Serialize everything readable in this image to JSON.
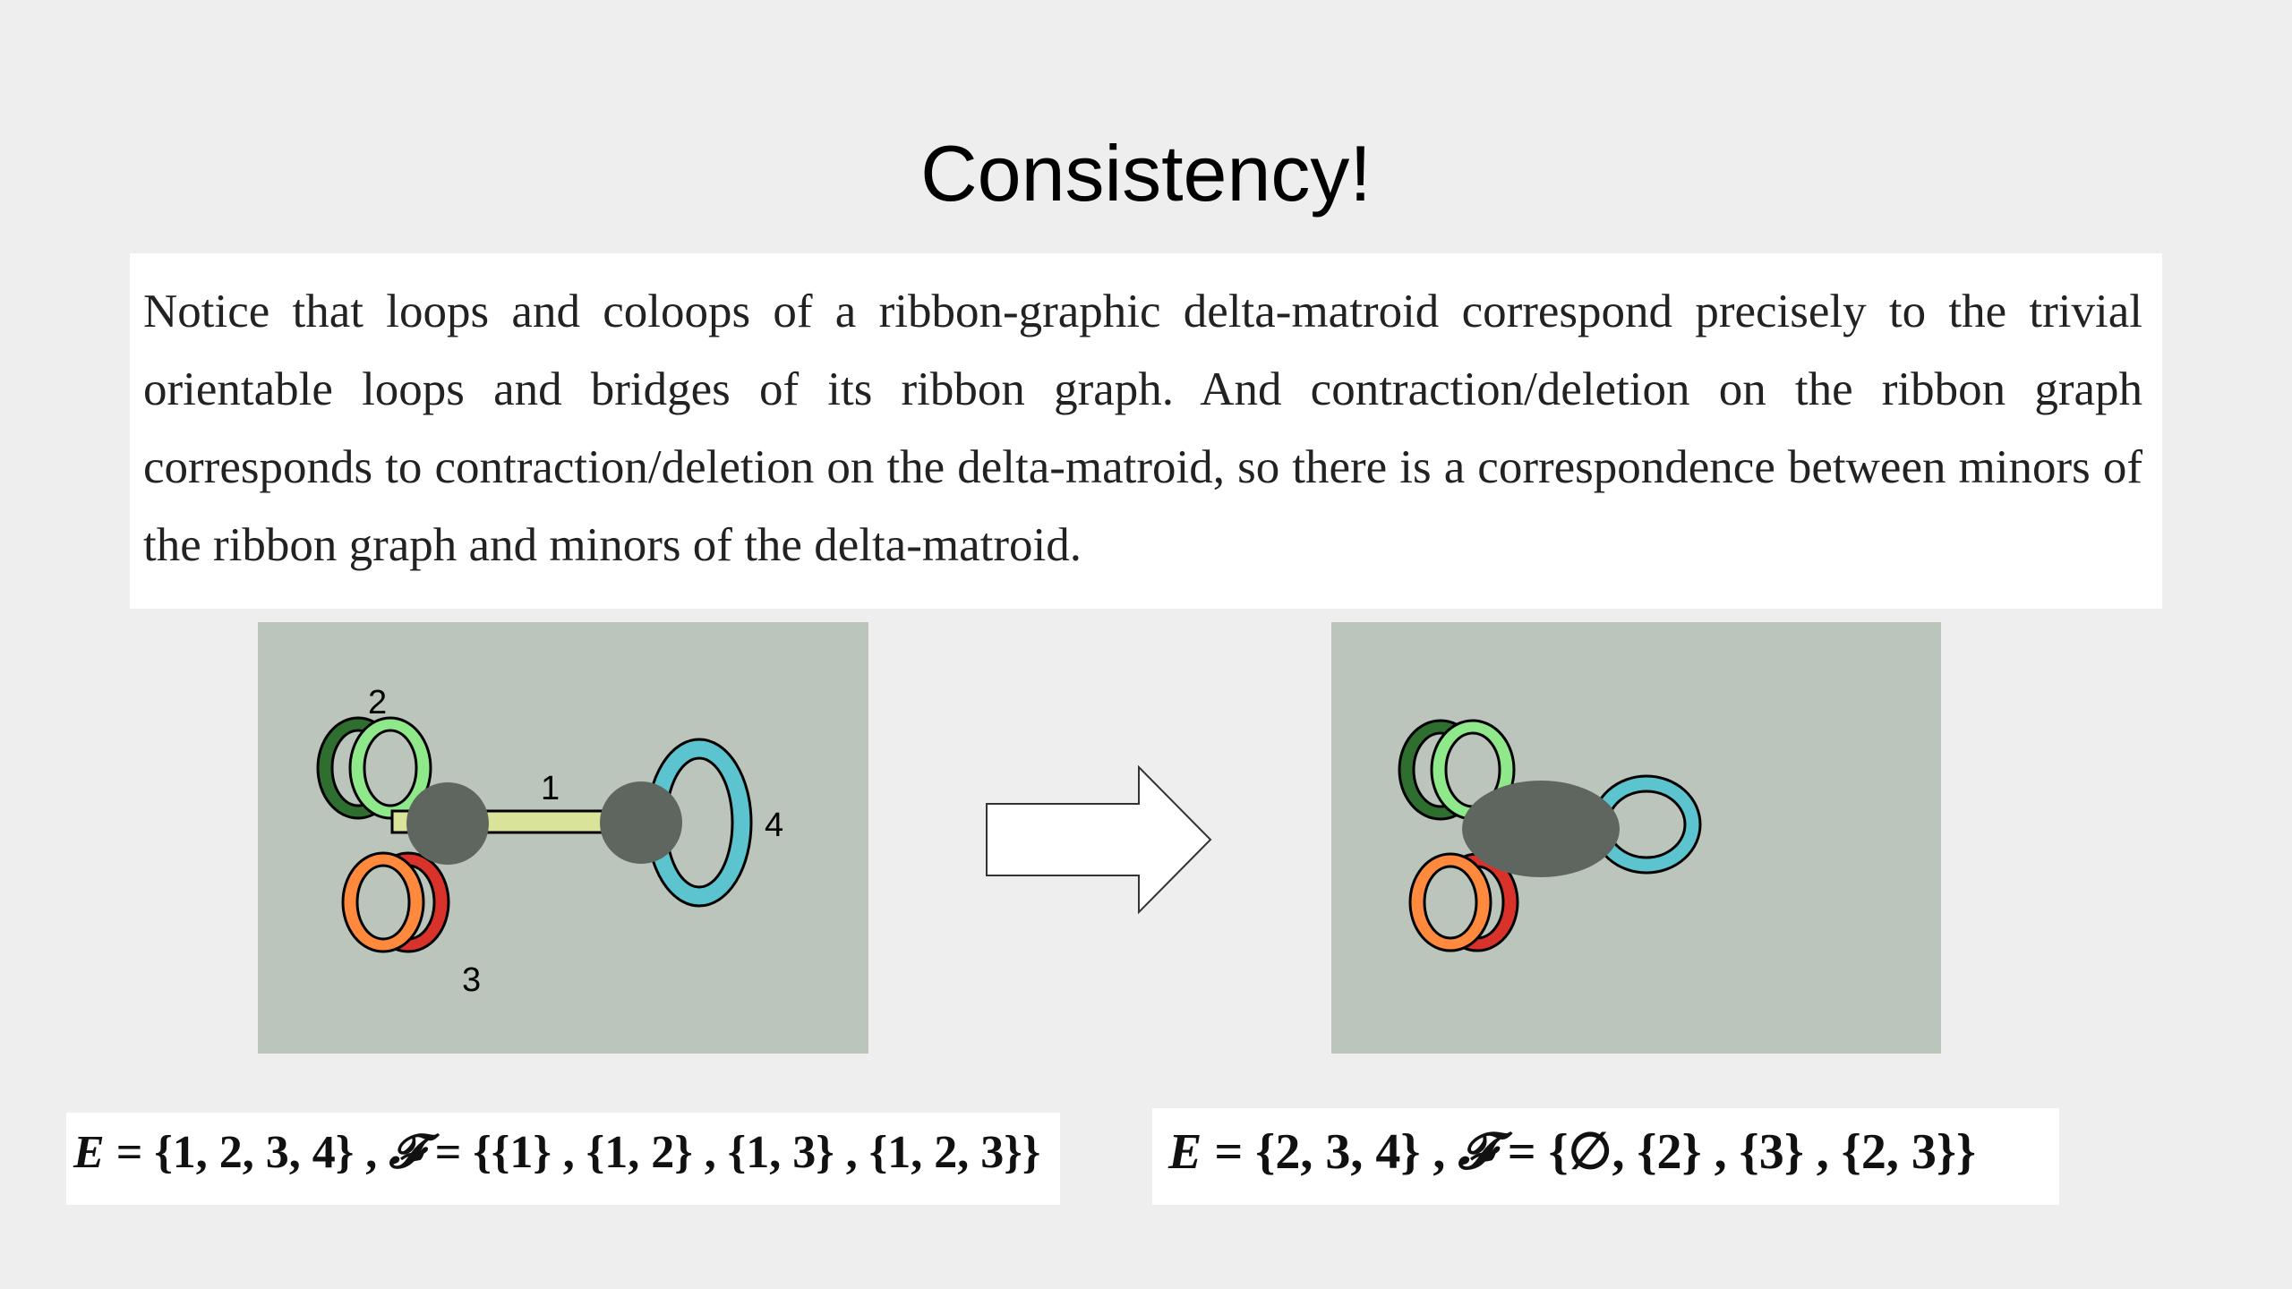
{
  "slide": {
    "title": "Consistency!",
    "paragraph": "Notice that loops and coloops of a ribbon-graphic delta-matroid correspond precisely to the trivial orientable loops and bridges of its ribbon graph.  And contraction/deletion on the ribbon graph corresponds to contraction/deletion on the delta-matroid, so there is a correspondence between minors of the ribbon graph and minors of the delta-matroid."
  },
  "left_diagram": {
    "edge_labels": [
      "1",
      "2",
      "3",
      "4"
    ]
  },
  "formulas": {
    "left": {
      "E_symbol": "E",
      "E_value": " = {1, 2, 3, 4} , ",
      "F_symbol": "𝓕",
      "F_value": " = {{1} , {1, 2} , {1, 3} , {1, 2, 3}}"
    },
    "right": {
      "E_symbol": "E",
      "E_value": " = {2, 3, 4} , ",
      "F_symbol": "𝓕",
      "F_value": " = {∅, {2} , {3} , {2, 3}}"
    }
  },
  "colors": {
    "background": "#eeeeee",
    "panel": "#bbc5bb",
    "vertex": "#5f6660",
    "edge1": "#d9e39a",
    "loop2_dark": "#2e6e2e",
    "loop2_light": "#8fe88a",
    "loop3_orange": "#ff8a3d",
    "loop3_red": "#d9322a",
    "loop4": "#5cc4cf"
  }
}
